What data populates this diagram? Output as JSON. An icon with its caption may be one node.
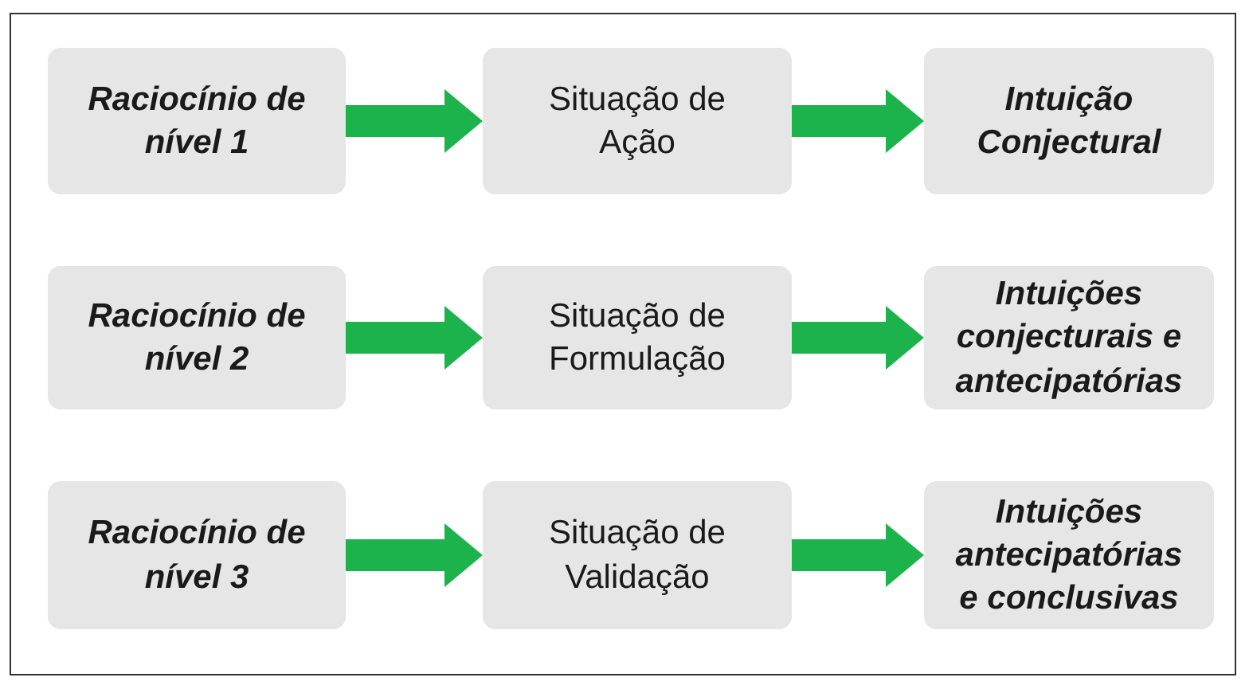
{
  "diagram": {
    "nodes": [
      {
        "text": [
          "Raciocínio de nível 1"
        ]
      },
      {
        "text": [
          "Situação de Ação"
        ]
      },
      {
        "text": [
          "Intuição Conjectural"
        ]
      },
      {
        "text": [
          "Raciocínio de nível 2"
        ]
      },
      {
        "text": [
          "Situação de Formulação"
        ]
      },
      {
        "text": [
          "Intuições conjecturais e antecipatórias"
        ]
      },
      {
        "text": [
          "Raciocínio de nível 3"
        ]
      },
      {
        "text": [
          "Situação de Validação"
        ]
      },
      {
        "text": [
          "Intuições antecipatórias e conclusivas"
        ]
      }
    ],
    "edges": [
      {
        "from": 0,
        "to": 1,
        "arrow": "to"
      },
      {
        "from": 1,
        "to": 2,
        "arrow": "to"
      },
      {
        "from": 3,
        "to": 4,
        "arrow": "to"
      },
      {
        "from": 4,
        "to": 5,
        "arrow": "to"
      },
      {
        "from": 6,
        "to": 7,
        "arrow": "to"
      },
      {
        "from": 7,
        "to": 8,
        "arrow": "to"
      }
    ]
  }
}
